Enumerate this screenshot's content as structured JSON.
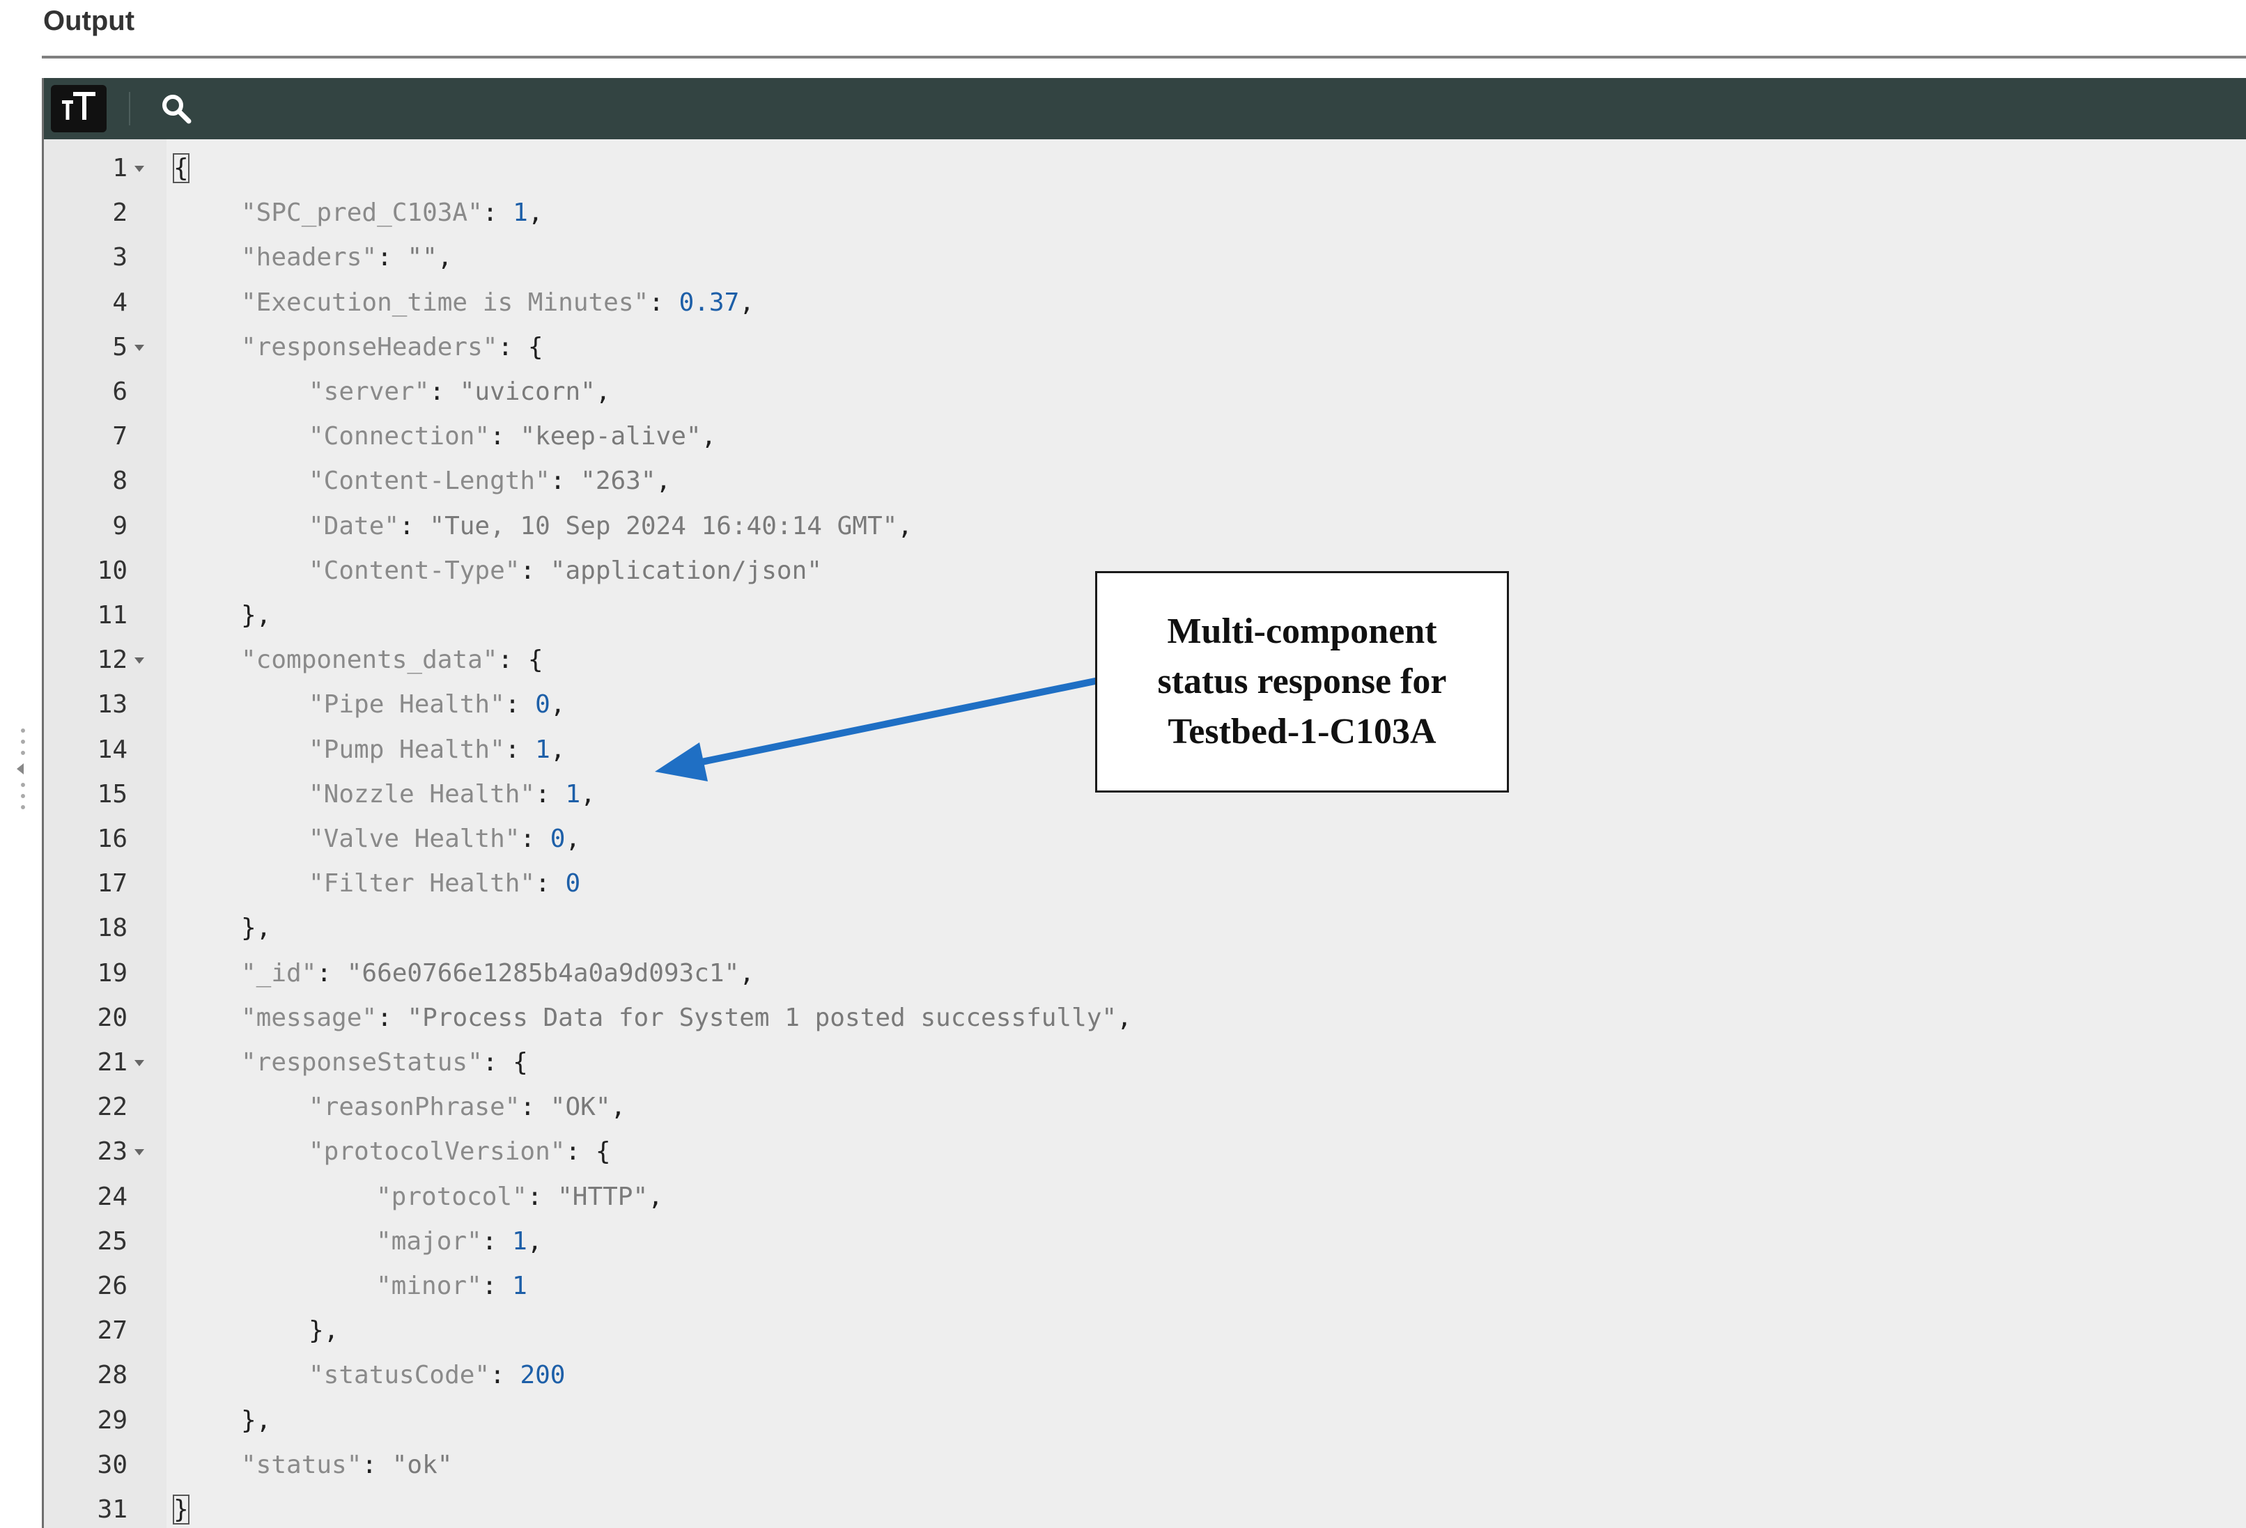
{
  "panel": {
    "title": "Output"
  },
  "toolbar": {
    "font_icon": "text-size-icon",
    "font_glyph": "тT",
    "search_icon": "search-icon"
  },
  "json_lines": [
    {
      "n": "1",
      "fold": true,
      "indent": 0,
      "tokens": [
        {
          "t": "{",
          "c": "punc",
          "box": true
        }
      ]
    },
    {
      "n": "2",
      "fold": false,
      "indent": 1,
      "tokens": [
        {
          "t": "\"SPC_pred_C103A\"",
          "c": "key"
        },
        {
          "t": ": ",
          "c": "punc"
        },
        {
          "t": "1",
          "c": "num"
        },
        {
          "t": ",",
          "c": "punc"
        }
      ]
    },
    {
      "n": "3",
      "fold": false,
      "indent": 1,
      "tokens": [
        {
          "t": "\"headers\"",
          "c": "key"
        },
        {
          "t": ": ",
          "c": "punc"
        },
        {
          "t": "\"\"",
          "c": "str"
        },
        {
          "t": ",",
          "c": "punc"
        }
      ]
    },
    {
      "n": "4",
      "fold": false,
      "indent": 1,
      "tokens": [
        {
          "t": "\"Execution_time is Minutes\"",
          "c": "key"
        },
        {
          "t": ": ",
          "c": "punc"
        },
        {
          "t": "0.37",
          "c": "num"
        },
        {
          "t": ",",
          "c": "punc"
        }
      ]
    },
    {
      "n": "5",
      "fold": true,
      "indent": 1,
      "tokens": [
        {
          "t": "\"responseHeaders\"",
          "c": "key"
        },
        {
          "t": ": {",
          "c": "punc"
        }
      ]
    },
    {
      "n": "6",
      "fold": false,
      "indent": 2,
      "tokens": [
        {
          "t": "\"server\"",
          "c": "key"
        },
        {
          "t": ": ",
          "c": "punc"
        },
        {
          "t": "\"uvicorn\"",
          "c": "str"
        },
        {
          "t": ",",
          "c": "punc"
        }
      ]
    },
    {
      "n": "7",
      "fold": false,
      "indent": 2,
      "tokens": [
        {
          "t": "\"Connection\"",
          "c": "key"
        },
        {
          "t": ": ",
          "c": "punc"
        },
        {
          "t": "\"keep-alive\"",
          "c": "str"
        },
        {
          "t": ",",
          "c": "punc"
        }
      ]
    },
    {
      "n": "8",
      "fold": false,
      "indent": 2,
      "tokens": [
        {
          "t": "\"Content-Length\"",
          "c": "key"
        },
        {
          "t": ": ",
          "c": "punc"
        },
        {
          "t": "\"263\"",
          "c": "str"
        },
        {
          "t": ",",
          "c": "punc"
        }
      ]
    },
    {
      "n": "9",
      "fold": false,
      "indent": 2,
      "tokens": [
        {
          "t": "\"Date\"",
          "c": "key"
        },
        {
          "t": ": ",
          "c": "punc"
        },
        {
          "t": "\"Tue, 10 Sep 2024 16:40:14 GMT\"",
          "c": "str"
        },
        {
          "t": ",",
          "c": "punc"
        }
      ]
    },
    {
      "n": "10",
      "fold": false,
      "indent": 2,
      "tokens": [
        {
          "t": "\"Content-Type\"",
          "c": "key"
        },
        {
          "t": ": ",
          "c": "punc"
        },
        {
          "t": "\"application/json\"",
          "c": "str"
        }
      ]
    },
    {
      "n": "11",
      "fold": false,
      "indent": 1,
      "tokens": [
        {
          "t": "},",
          "c": "punc"
        }
      ]
    },
    {
      "n": "12",
      "fold": true,
      "indent": 1,
      "tokens": [
        {
          "t": "\"components_data\"",
          "c": "key"
        },
        {
          "t": ": {",
          "c": "punc"
        }
      ]
    },
    {
      "n": "13",
      "fold": false,
      "indent": 2,
      "tokens": [
        {
          "t": "\"Pipe Health\"",
          "c": "key"
        },
        {
          "t": ": ",
          "c": "punc"
        },
        {
          "t": "0",
          "c": "num"
        },
        {
          "t": ",",
          "c": "punc"
        }
      ]
    },
    {
      "n": "14",
      "fold": false,
      "indent": 2,
      "tokens": [
        {
          "t": "\"Pump Health\"",
          "c": "key"
        },
        {
          "t": ": ",
          "c": "punc"
        },
        {
          "t": "1",
          "c": "num"
        },
        {
          "t": ",",
          "c": "punc"
        }
      ]
    },
    {
      "n": "15",
      "fold": false,
      "indent": 2,
      "tokens": [
        {
          "t": "\"Nozzle Health\"",
          "c": "key"
        },
        {
          "t": ": ",
          "c": "punc"
        },
        {
          "t": "1",
          "c": "num"
        },
        {
          "t": ",",
          "c": "punc"
        }
      ]
    },
    {
      "n": "16",
      "fold": false,
      "indent": 2,
      "tokens": [
        {
          "t": "\"Valve Health\"",
          "c": "key"
        },
        {
          "t": ": ",
          "c": "punc"
        },
        {
          "t": "0",
          "c": "num"
        },
        {
          "t": ",",
          "c": "punc"
        }
      ]
    },
    {
      "n": "17",
      "fold": false,
      "indent": 2,
      "tokens": [
        {
          "t": "\"Filter Health\"",
          "c": "key"
        },
        {
          "t": ": ",
          "c": "punc"
        },
        {
          "t": "0",
          "c": "num"
        }
      ]
    },
    {
      "n": "18",
      "fold": false,
      "indent": 1,
      "tokens": [
        {
          "t": "},",
          "c": "punc"
        }
      ]
    },
    {
      "n": "19",
      "fold": false,
      "indent": 1,
      "tokens": [
        {
          "t": "\"_id\"",
          "c": "key"
        },
        {
          "t": ": ",
          "c": "punc"
        },
        {
          "t": "\"66e0766e1285b4a0a9d093c1\"",
          "c": "str"
        },
        {
          "t": ",",
          "c": "punc"
        }
      ]
    },
    {
      "n": "20",
      "fold": false,
      "indent": 1,
      "tokens": [
        {
          "t": "\"message\"",
          "c": "key"
        },
        {
          "t": ": ",
          "c": "punc"
        },
        {
          "t": "\"Process Data for System 1 posted successfully\"",
          "c": "str"
        },
        {
          "t": ",",
          "c": "punc"
        }
      ]
    },
    {
      "n": "21",
      "fold": true,
      "indent": 1,
      "tokens": [
        {
          "t": "\"responseStatus\"",
          "c": "key"
        },
        {
          "t": ": {",
          "c": "punc"
        }
      ]
    },
    {
      "n": "22",
      "fold": false,
      "indent": 2,
      "tokens": [
        {
          "t": "\"reasonPhrase\"",
          "c": "key"
        },
        {
          "t": ": ",
          "c": "punc"
        },
        {
          "t": "\"OK\"",
          "c": "str"
        },
        {
          "t": ",",
          "c": "punc"
        }
      ]
    },
    {
      "n": "23",
      "fold": true,
      "indent": 2,
      "tokens": [
        {
          "t": "\"protocolVersion\"",
          "c": "key"
        },
        {
          "t": ": {",
          "c": "punc"
        }
      ]
    },
    {
      "n": "24",
      "fold": false,
      "indent": 3,
      "tokens": [
        {
          "t": "\"protocol\"",
          "c": "key"
        },
        {
          "t": ": ",
          "c": "punc"
        },
        {
          "t": "\"HTTP\"",
          "c": "str"
        },
        {
          "t": ",",
          "c": "punc"
        }
      ]
    },
    {
      "n": "25",
      "fold": false,
      "indent": 3,
      "tokens": [
        {
          "t": "\"major\"",
          "c": "key"
        },
        {
          "t": ": ",
          "c": "punc"
        },
        {
          "t": "1",
          "c": "num"
        },
        {
          "t": ",",
          "c": "punc"
        }
      ]
    },
    {
      "n": "26",
      "fold": false,
      "indent": 3,
      "tokens": [
        {
          "t": "\"minor\"",
          "c": "key"
        },
        {
          "t": ": ",
          "c": "punc"
        },
        {
          "t": "1",
          "c": "num"
        }
      ]
    },
    {
      "n": "27",
      "fold": false,
      "indent": 2,
      "tokens": [
        {
          "t": "},",
          "c": "punc"
        }
      ]
    },
    {
      "n": "28",
      "fold": false,
      "indent": 2,
      "tokens": [
        {
          "t": "\"statusCode\"",
          "c": "key"
        },
        {
          "t": ": ",
          "c": "punc"
        },
        {
          "t": "200",
          "c": "num"
        }
      ]
    },
    {
      "n": "29",
      "fold": false,
      "indent": 1,
      "tokens": [
        {
          "t": "},",
          "c": "punc"
        }
      ]
    },
    {
      "n": "30",
      "fold": false,
      "indent": 1,
      "tokens": [
        {
          "t": "\"status\"",
          "c": "key"
        },
        {
          "t": ": ",
          "c": "punc"
        },
        {
          "t": "\"ok\"",
          "c": "str"
        }
      ]
    },
    {
      "n": "31",
      "fold": false,
      "indent": 0,
      "tokens": [
        {
          "t": "}",
          "c": "punc",
          "box": true
        }
      ]
    }
  ],
  "callout": {
    "line1": "Multi-component",
    "line2": "status response for",
    "line3": "Testbed-1-C103A"
  },
  "colors": {
    "toolbar_bg": "#334442",
    "editor_bg": "#eeeeee",
    "number": "#1d5fa8",
    "string": "#7a7a7a",
    "arrow": "#1f6fc4"
  }
}
